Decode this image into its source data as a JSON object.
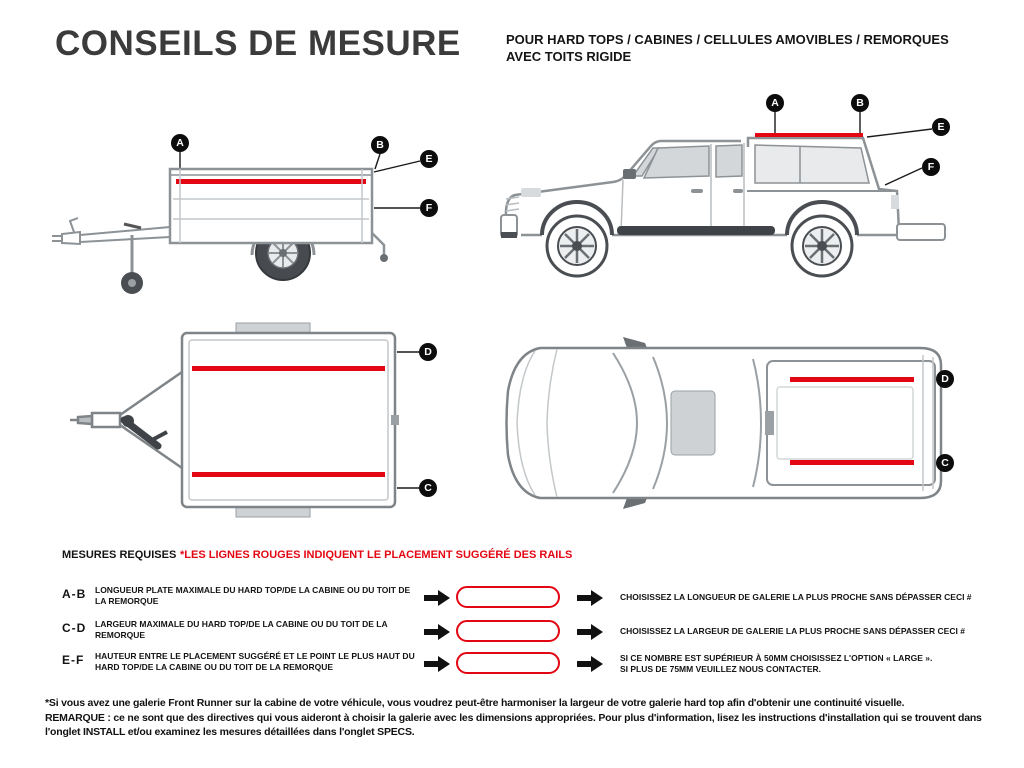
{
  "header": {
    "title": "CONSEILS DE MESURE",
    "subtitle_line1": "POUR HARD TOPS / CABINES / CELLULES AMOVIBLES / REMORQUES",
    "subtitle_line2": "AVEC TOITS RIGIDE"
  },
  "colors": {
    "rail_red": "#e30613",
    "line_gray": "#8d9296",
    "marker_black": "#0c0c0c"
  },
  "markers": {
    "trailer_side": [
      "A",
      "B",
      "E",
      "F"
    ],
    "truck_side": [
      "A",
      "B",
      "E",
      "F"
    ],
    "trailer_top": [
      "D",
      "C"
    ],
    "truck_top": [
      "D",
      "C"
    ]
  },
  "measures": {
    "section_title": "MESURES REQUISES",
    "note": "*LES LIGNES ROUGES INDIQUENT LE PLACEMENT SUGGÉRÉ DES RAILS",
    "rows": [
      {
        "key": "A-B",
        "description": "LONGUEUR PLATE MAXIMALE DU HARD TOP/DE LA CABINE OU DU TOIT DE LA REMORQUE",
        "result_lines": [
          "CHOISISSEZ LA LONGUEUR DE GALERIE LA PLUS PROCHE SANS DÉPASSER CECI #"
        ]
      },
      {
        "key": "C-D",
        "description": "LARGEUR MAXIMALE DU HARD TOP/DE LA CABINE OU DU TOIT DE LA REMORQUE",
        "result_lines": [
          "CHOISISSEZ LA LARGEUR DE GALERIE LA PLUS PROCHE SANS DÉPASSER CECI #"
        ]
      },
      {
        "key": "E-F",
        "description": "HAUTEUR ENTRE LE PLACEMENT SUGGÉRÉ ET LE POINT LE PLUS HAUT DU HARD TOP/DE LA CABINE OU DU TOIT DE LA REMORQUE",
        "result_lines": [
          "SI CE NOMBRE EST SUPÉRIEUR À 50MM CHOISISSEZ L'OPTION « LARGE ».",
          "SI PLUS DE 75MM VEUILLEZ NOUS CONTACTER."
        ]
      }
    ]
  },
  "footer": {
    "line1": "*Si vous avez une galerie Front Runner sur la cabine de votre véhicule, vous voudrez peut-être harmoniser la largeur de votre galerie hard top afin d'obtenir une continuité visuelle.",
    "line2": "REMARQUE : ce ne sont que des directives qui vous aideront à choisir la galerie avec les dimensions appropriées. Pour plus d'information, lisez les instructions d'installation qui se trouvent dans l'onglet INSTALL et/ou examinez les mesures détaillées dans l'onglet SPECS."
  }
}
